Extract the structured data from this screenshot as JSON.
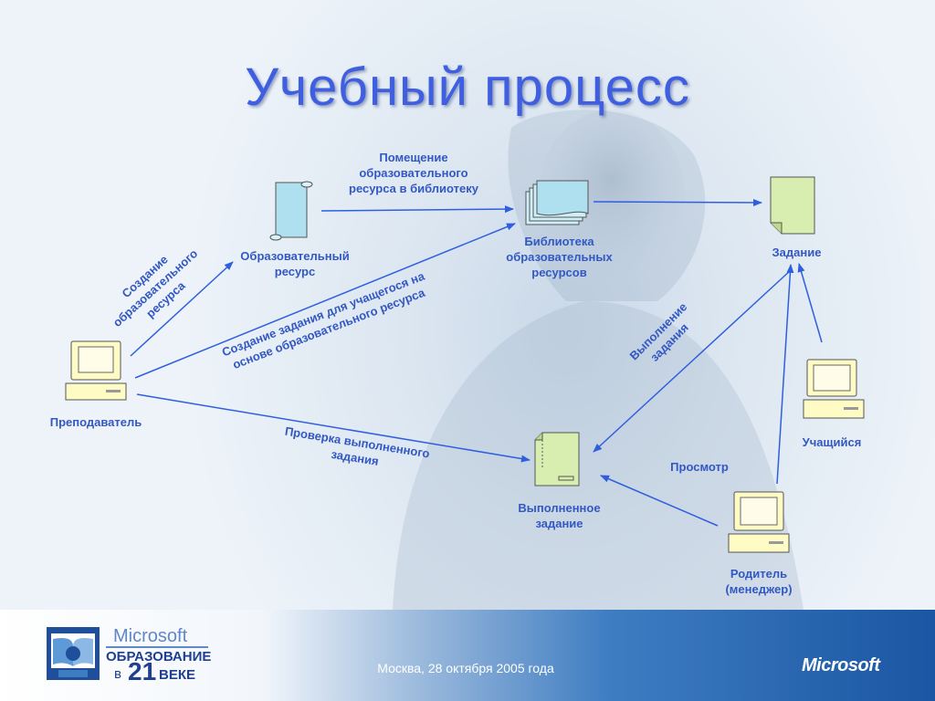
{
  "slide": {
    "title": "Учебный процесс"
  },
  "nodes": {
    "teacher": "Преподаватель",
    "resource_l1": "Образовательный",
    "resource_l2": "ресурс",
    "library_l1": "Библиотека",
    "library_l2": "образовательных",
    "library_l3": "ресурсов",
    "assignment": "Задание",
    "student": "Учащийся",
    "completed_l1": "Выполненное",
    "completed_l2": "задание",
    "parent_l1": "Родитель",
    "parent_l2": "(менеджер)"
  },
  "edges": {
    "create_resource_l1": "Создание",
    "create_resource_l2": "образовательного",
    "create_resource_l3": "ресурса",
    "put_library_l1": "Помещение",
    "put_library_l2": "образовательного",
    "put_library_l3": "ресурса в библиотеку",
    "create_task_l1": "Создание задания для учащегося на",
    "create_task_l2": "основе образовательного ресурса",
    "check_l1": "Проверка выполненного",
    "check_l2": "задания",
    "complete_l1": "Выполнение",
    "complete_l2": "задания",
    "view": "Просмотр"
  },
  "footer": {
    "date": "Москва, 28 октября 2005 года",
    "ms_logo": "Microsoft"
  },
  "edu_logo": {
    "ms": "Microsoft",
    "obr": "ОБРАЗОВАНИЕ",
    "v": "в",
    "num": "21",
    "veke": "ВЕКЕ"
  },
  "colors": {
    "title": "#3f5fe0",
    "label": "#3358c4",
    "arrow": "#2f5fe0"
  }
}
